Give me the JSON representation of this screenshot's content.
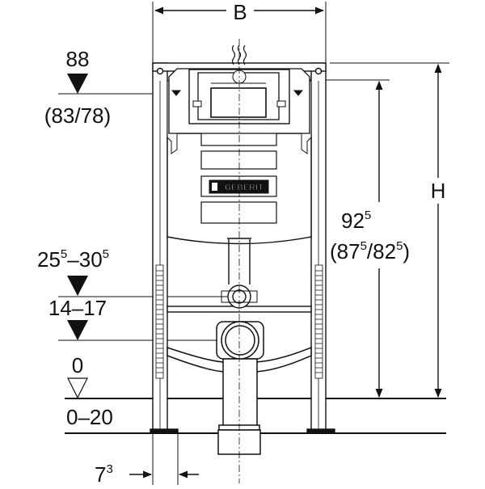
{
  "dimensions": {
    "width_label": "B",
    "height_label": "H",
    "top_main": "88",
    "top_alt": "(83/78)",
    "upper_range": {
      "start": "25",
      "start_sup": "5",
      "dash": "–",
      "end": "30",
      "end_sup": "5"
    },
    "lower_range": "14–17",
    "floor_level": "0",
    "floor_range": "0–20",
    "side_main": {
      "base": "92",
      "sup": "5"
    },
    "side_alt": {
      "open": "(87",
      "sup1": "5",
      "sep": "/82",
      "sup2": "5",
      "close": ")"
    },
    "offset": {
      "base": "7",
      "sup": "3"
    }
  },
  "frame": {
    "brand": "GEBERIT"
  },
  "colors": {
    "line": "#111111",
    "panel": "#ffffff",
    "badge": "#111111"
  },
  "icons": [
    "heat-wave-icon",
    "filled-triangle-marker",
    "outline-triangle-marker",
    "arrowhead"
  ]
}
